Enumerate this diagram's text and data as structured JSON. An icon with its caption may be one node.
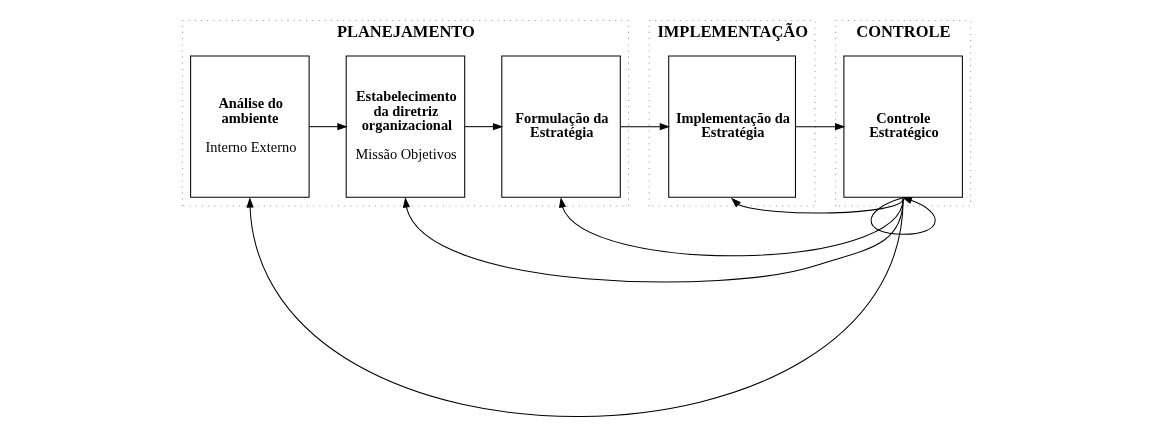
{
  "diagram": {
    "nodes": [
      {
        "text": [
          "PLANEJAMENTO"
        ]
      },
      {
        "text": [
          "Análise do ambiente",
          "Interno Externo"
        ],
        "in": 0
      },
      {
        "text": [
          "Estabelecimento da diretriz organizacional",
          "Missão Objetivos"
        ],
        "in": 0
      },
      {
        "text": [
          "Formulação da Estratégia"
        ],
        "in": 0
      },
      {
        "text": [
          "IMPLEMENTAÇÃO"
        ]
      },
      {
        "text": [
          "Implementação da Estratégia"
        ],
        "in": 4
      },
      {
        "text": [
          "CONTROLE"
        ]
      },
      {
        "text": [
          "Controle Estratégico"
        ],
        "in": 6
      }
    ],
    "edges": [
      {
        "from": 1,
        "to": 2,
        "arrow": "to"
      },
      {
        "from": 2,
        "to": 3,
        "arrow": "to"
      },
      {
        "from": 3,
        "to": 5,
        "arrow": "to"
      },
      {
        "from": 5,
        "to": 7,
        "arrow": "to"
      },
      {
        "from": 7,
        "to": 1,
        "arrow": "to"
      },
      {
        "from": 7,
        "to": 2,
        "arrow": "to"
      },
      {
        "from": 7,
        "to": 3,
        "arrow": "to"
      },
      {
        "from": 7,
        "to": 5,
        "arrow": "to"
      },
      {
        "from": 7,
        "to": 7,
        "arrow": "to"
      }
    ]
  }
}
